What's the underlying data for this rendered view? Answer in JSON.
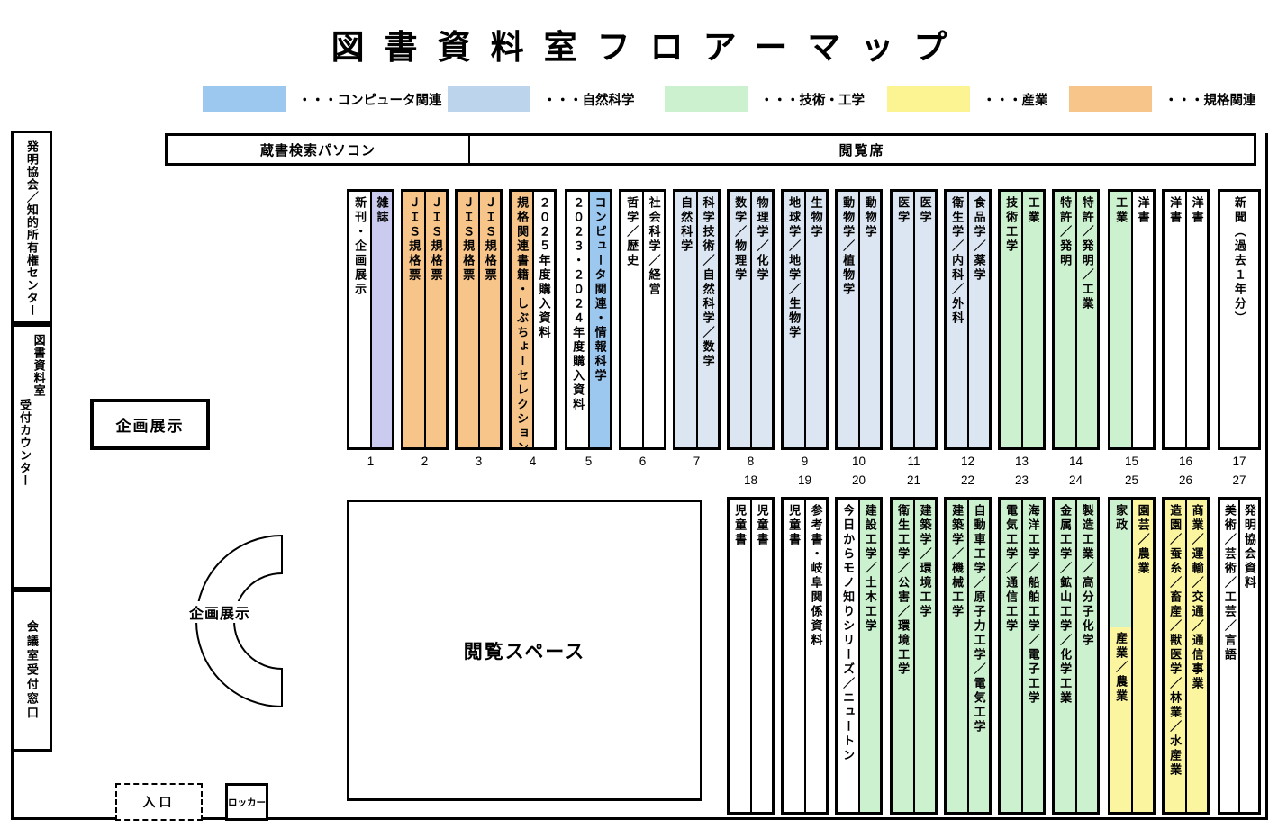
{
  "title": "図書資料室フロアーマップ",
  "colors": {
    "white": "#ffffff",
    "computer_blue": "#9cc7ef",
    "science_blue": "#dce6f2",
    "tech_green": "#ccf1ce",
    "industry_yellow": "#fbf5a0",
    "standards_orange": "#f7c489",
    "magazine_lavender": "#cbcbef"
  },
  "legend": {
    "items": [
      {
        "label": "・・・コンピュータ関連",
        "color": "#9cc7ef"
      },
      {
        "label": "・・・自然科学",
        "color": "#bcd5ec"
      },
      {
        "label": "・・・技術・工学",
        "color": "#ccf1ce"
      },
      {
        "label": "・・・産業",
        "color": "#fcf393"
      },
      {
        "label": "・・・規格関連",
        "color": "#f7c489"
      }
    ]
  },
  "sidebar": {
    "invention_center": "発明協会／知的所有権センター",
    "library_counter_right_column": "図書資料室",
    "library_counter_left_column": "受付カウンター",
    "meeting_window": "会議室受付窓口"
  },
  "top_bar": {
    "search_pc": "蔵書検索パソコン",
    "reading_seats": "閲覧席"
  },
  "areas": {
    "planning_exhibit_box": "企画展示",
    "planning_exhibit_round": "企画展示",
    "reading_space": "閲覧スペース",
    "entrance": "入口",
    "locker": "ロッカー"
  },
  "shelves_top": [
    {
      "no": "1",
      "columns": [
        {
          "label": "新刊・企画展示",
          "color": "white"
        },
        {
          "label": "雑誌",
          "color": "magazine_lavender"
        }
      ]
    },
    {
      "no": "2",
      "columns": [
        {
          "label": "ＪＩＳ規格票",
          "color": "standards_orange"
        },
        {
          "label": "ＪＩＳ規格票",
          "color": "standards_orange"
        }
      ]
    },
    {
      "no": "3",
      "columns": [
        {
          "label": "ＪＩＳ規格票",
          "color": "standards_orange"
        },
        {
          "label": "ＪＩＳ規格票",
          "color": "standards_orange"
        }
      ]
    },
    {
      "no": "4",
      "columns": [
        {
          "label": "規格関連書籍・しぶちょーセレクション",
          "color": "standards_orange"
        },
        {
          "label": "２０２５年度購入資料",
          "color": "white"
        }
      ]
    },
    {
      "no": "5",
      "columns": [
        {
          "label": "２０２３・２０２４年度購入資料",
          "color": "white"
        },
        {
          "label": "コンピュータ関連・情報科学",
          "color": "computer_blue"
        }
      ]
    },
    {
      "no": "6",
      "columns": [
        {
          "label": "哲学／歴史",
          "color": "white"
        },
        {
          "label": "社会科学／経営",
          "color": "white"
        }
      ]
    },
    {
      "no": "7",
      "columns": [
        {
          "label": "自然科学",
          "color": "science_blue"
        },
        {
          "label": "科学技術／自然科学／数学",
          "color": "science_blue"
        }
      ]
    },
    {
      "no": "8",
      "columns": [
        {
          "label": "数学／物理学",
          "color": "science_blue"
        },
        {
          "label": "物理学／化学",
          "color": "science_blue"
        }
      ]
    },
    {
      "no": "9",
      "columns": [
        {
          "label": "地球学／地学／生物学",
          "color": "science_blue"
        },
        {
          "label": "生物学",
          "color": "science_blue"
        }
      ]
    },
    {
      "no": "10",
      "columns": [
        {
          "label": "動物学／植物学",
          "color": "science_blue"
        },
        {
          "label": "動物学",
          "color": "science_blue"
        }
      ]
    },
    {
      "no": "11",
      "columns": [
        {
          "label": "医学",
          "color": "science_blue"
        },
        {
          "label": "医学",
          "color": "science_blue"
        }
      ]
    },
    {
      "no": "12",
      "columns": [
        {
          "label": "衛生学／内科／外科",
          "color": "science_blue"
        },
        {
          "label": "食品学／薬学",
          "color": "science_blue"
        }
      ]
    },
    {
      "no": "13",
      "columns": [
        {
          "label": "技術工学",
          "color": "tech_green"
        },
        {
          "label": "工業",
          "color": "tech_green"
        }
      ]
    },
    {
      "no": "14",
      "columns": [
        {
          "label": "特許／発明",
          "color": "tech_green"
        },
        {
          "label": "特許／発明／工業",
          "color": "tech_green"
        }
      ]
    },
    {
      "no": "15",
      "columns": [
        {
          "label": "工業",
          "color": "tech_green"
        },
        {
          "label": "洋書",
          "color": "white"
        }
      ]
    },
    {
      "no": "16",
      "columns": [
        {
          "label": "洋書",
          "color": "white"
        },
        {
          "label": "洋書",
          "color": "white"
        }
      ]
    },
    {
      "no": "17",
      "columns": [
        {
          "label": "新聞（過去１年分）",
          "color": "white"
        }
      ]
    }
  ],
  "shelves_bottom": [
    {
      "no": "18",
      "columns": [
        {
          "label": "児童書",
          "color": "white"
        },
        {
          "label": "児童書",
          "color": "white"
        }
      ]
    },
    {
      "no": "19",
      "columns": [
        {
          "label": "児童書",
          "color": "white"
        },
        {
          "label": "参考書・岐阜関係資料",
          "color": "white"
        }
      ]
    },
    {
      "no": "20",
      "columns": [
        {
          "label": "今日からモノ知りシリーズ／ニュートン",
          "color": "white"
        },
        {
          "label": "建設工学／土木工学",
          "color": "tech_green"
        }
      ]
    },
    {
      "no": "21",
      "columns": [
        {
          "label": "衛生工学／公害／環境工学",
          "color": "tech_green"
        },
        {
          "label": "建築学／環境工学",
          "color": "tech_green"
        }
      ]
    },
    {
      "no": "22",
      "columns": [
        {
          "label": "建築学／機械工学",
          "color": "tech_green"
        },
        {
          "label": "自動車工学／原子力工学／電気工学",
          "color": "tech_green"
        }
      ]
    },
    {
      "no": "23",
      "columns": [
        {
          "label": "電気工学／通信工学",
          "color": "tech_green"
        },
        {
          "label": "海洋工学／船舶工学／電子工学",
          "color": "tech_green"
        }
      ]
    },
    {
      "no": "24",
      "columns": [
        {
          "label": "金属工学／鉱山工学／化学工業",
          "color": "tech_green"
        },
        {
          "label": "製造工業／高分子化学",
          "color": "tech_green"
        }
      ]
    },
    {
      "no": "25",
      "columns": [
        {
          "split": [
            {
              "label": "家政",
              "color": "tech_green",
              "height": "41%"
            },
            {
              "label": "産業／農業",
              "color": "industry_yellow"
            }
          ]
        },
        {
          "label": "園芸／農業",
          "color": "industry_yellow"
        }
      ]
    },
    {
      "no": "26",
      "columns": [
        {
          "label": "造園／蚕糸／畜産／獣医学／林業／水産業",
          "color": "industry_yellow"
        },
        {
          "label": "商業／運輸／交通／通信事業",
          "color": "industry_yellow"
        }
      ]
    },
    {
      "no": "27",
      "columns": [
        {
          "label": "美術／芸術／工芸／言語",
          "color": "white"
        },
        {
          "label": "発明協会資料",
          "color": "white"
        }
      ]
    }
  ]
}
